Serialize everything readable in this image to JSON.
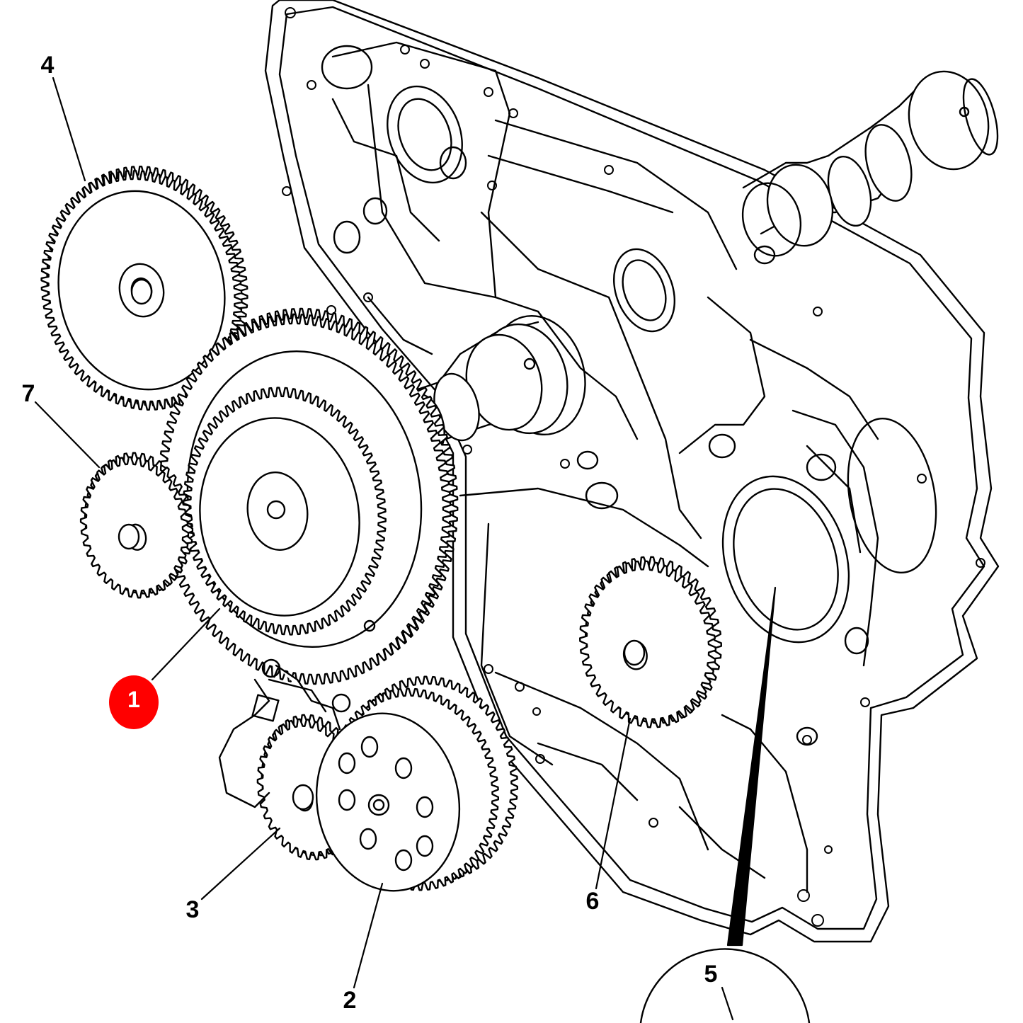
{
  "colors": {
    "stroke": "#000000",
    "background": "#ffffff",
    "highlight": "#ff0000"
  },
  "callouts": [
    {
      "id": "c1",
      "label": "1",
      "highlighted": true
    },
    {
      "id": "c2",
      "label": "2",
      "highlighted": false
    },
    {
      "id": "c3",
      "label": "3",
      "highlighted": false
    },
    {
      "id": "c4",
      "label": "4",
      "highlighted": false
    },
    {
      "id": "c5",
      "label": "5",
      "highlighted": false
    },
    {
      "id": "c6",
      "label": "6",
      "highlighted": false
    },
    {
      "id": "c7",
      "label": "7",
      "highlighted": false
    }
  ]
}
